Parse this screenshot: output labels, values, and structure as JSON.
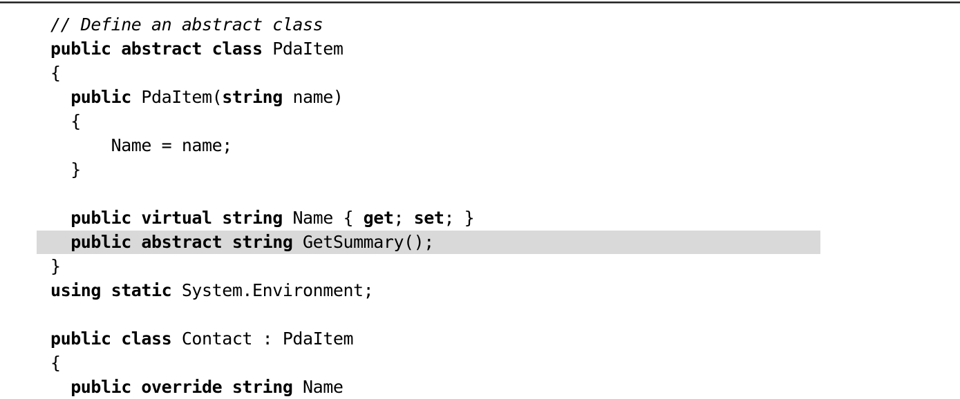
{
  "document": {
    "language": "csharp",
    "title": "PdaItem abstract class code listing",
    "highlight_color": "#d9d9d9",
    "rule_color": "#1a1a1a",
    "text_color": "#000000",
    "background_color": "#ffffff"
  },
  "code": {
    "lines": [
      {
        "index": 1,
        "indent": 0,
        "highlighted": false,
        "text": "// Define an abstract class",
        "tokens": [
          {
            "t": "// Define an abstract class",
            "k": "cm"
          }
        ]
      },
      {
        "index": 2,
        "indent": 0,
        "highlighted": false,
        "text": "public abstract class PdaItem",
        "tokens": [
          {
            "t": "public abstract class ",
            "k": "kw"
          },
          {
            "t": "PdaItem",
            "k": "id"
          }
        ]
      },
      {
        "index": 3,
        "indent": 0,
        "highlighted": false,
        "text": "{",
        "tokens": [
          {
            "t": "{",
            "k": "id"
          }
        ]
      },
      {
        "index": 4,
        "indent": 2,
        "highlighted": false,
        "text": "  public PdaItem(string name)",
        "tokens": [
          {
            "t": "  ",
            "k": "id"
          },
          {
            "t": "public",
            "k": "kw"
          },
          {
            "t": " PdaItem(",
            "k": "id"
          },
          {
            "t": "string",
            "k": "kw"
          },
          {
            "t": " name)",
            "k": "id"
          }
        ]
      },
      {
        "index": 5,
        "indent": 2,
        "highlighted": false,
        "text": "  {",
        "tokens": [
          {
            "t": "  {",
            "k": "id"
          }
        ]
      },
      {
        "index": 6,
        "indent": 6,
        "highlighted": false,
        "text": "      Name = name;",
        "tokens": [
          {
            "t": "      Name = name;",
            "k": "id"
          }
        ]
      },
      {
        "index": 7,
        "indent": 2,
        "highlighted": false,
        "text": "  }",
        "tokens": [
          {
            "t": "  }",
            "k": "id"
          }
        ]
      },
      {
        "index": 8,
        "indent": 0,
        "highlighted": false,
        "text": "",
        "tokens": []
      },
      {
        "index": 9,
        "indent": 2,
        "highlighted": false,
        "text": "  public virtual string Name { get; set; }",
        "tokens": [
          {
            "t": "  ",
            "k": "id"
          },
          {
            "t": "public virtual string",
            "k": "kw"
          },
          {
            "t": " Name { ",
            "k": "id"
          },
          {
            "t": "get",
            "k": "kw"
          },
          {
            "t": "; ",
            "k": "id"
          },
          {
            "t": "set",
            "k": "kw"
          },
          {
            "t": "; }",
            "k": "id"
          }
        ]
      },
      {
        "index": 10,
        "indent": 2,
        "highlighted": true,
        "text": "  public abstract string GetSummary();",
        "tokens": [
          {
            "t": "  ",
            "k": "id"
          },
          {
            "t": "public abstract string",
            "k": "kw"
          },
          {
            "t": " GetSummary();",
            "k": "id"
          }
        ]
      },
      {
        "index": 11,
        "indent": 0,
        "highlighted": false,
        "text": "}",
        "tokens": [
          {
            "t": "}",
            "k": "id"
          }
        ]
      },
      {
        "index": 12,
        "indent": 0,
        "highlighted": false,
        "text": "using static System.Environment;",
        "tokens": [
          {
            "t": "using static",
            "k": "kw"
          },
          {
            "t": " System.Environment;",
            "k": "id"
          }
        ]
      },
      {
        "index": 13,
        "indent": 0,
        "highlighted": false,
        "text": "",
        "tokens": []
      },
      {
        "index": 14,
        "indent": 0,
        "highlighted": false,
        "text": "public class Contact : PdaItem",
        "tokens": [
          {
            "t": "public class",
            "k": "kw"
          },
          {
            "t": " Contact : PdaItem",
            "k": "id"
          }
        ]
      },
      {
        "index": 15,
        "indent": 0,
        "highlighted": false,
        "text": "{",
        "tokens": [
          {
            "t": "{",
            "k": "id"
          }
        ]
      },
      {
        "index": 16,
        "indent": 2,
        "highlighted": false,
        "text": "  public override string Name",
        "tokens": [
          {
            "t": "  ",
            "k": "id"
          },
          {
            "t": "public override string",
            "k": "kw"
          },
          {
            "t": " Name",
            "k": "id"
          }
        ]
      }
    ]
  }
}
